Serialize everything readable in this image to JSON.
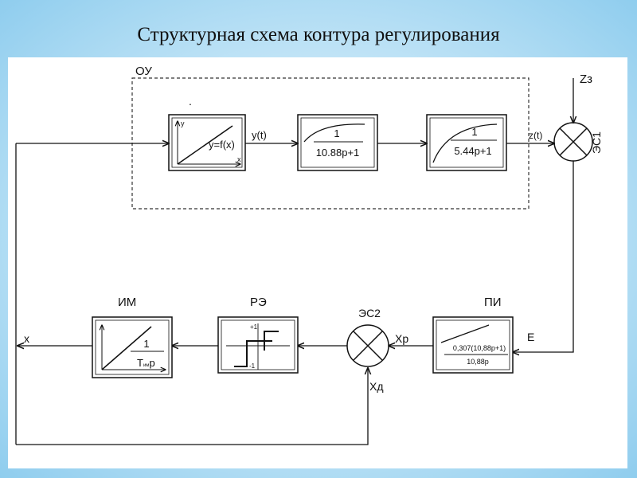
{
  "title": "Структурная схема контура регулирования",
  "diagram": {
    "plant_group_label": "ОУ",
    "disturbance_label": "Zз",
    "block_nonlinear": {
      "axis_y": "y",
      "axis_x": "x",
      "formula": "y=f(x)",
      "dot": "."
    },
    "signal_y": "y(t)",
    "block_lag1": {
      "numerator": "1",
      "denominator": "10.88p+1"
    },
    "block_lag2": {
      "numerator": "1",
      "denominator": "5.44p+1"
    },
    "signal_z": "z(t)",
    "comparator1_label": "ЭС1",
    "comparator2_label": "ЭС2",
    "signal_e": "E",
    "block_pi": {
      "title": "ПИ",
      "numerator": "0,307(10,88p+1)",
      "denominator": "10,88p"
    },
    "signal_xp": "Xр",
    "signal_xd": "Xд",
    "block_relay": {
      "title": "РЭ",
      "plus_label": "+1",
      "minus_label": "-1"
    },
    "block_actuator": {
      "title": "ИМ",
      "numerator": "1",
      "denominator_main": "T",
      "denominator_sub": "им",
      "denominator_tail": "p"
    },
    "signal_x": "x"
  }
}
